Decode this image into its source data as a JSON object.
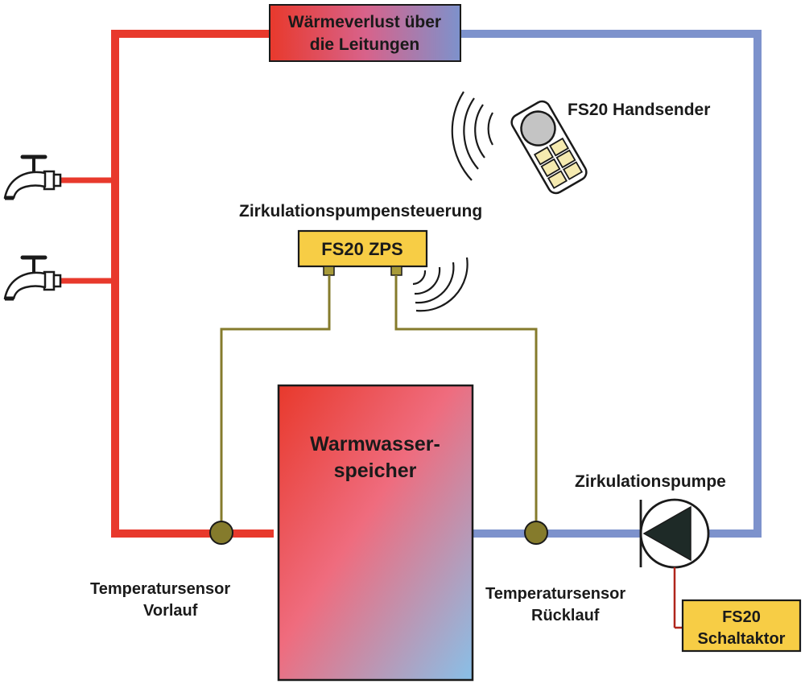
{
  "labels": {
    "heat_loss_line1": "Wärmeverlust über",
    "heat_loss_line2": "die Leitungen",
    "remote": "FS20 Handsender",
    "controller_title": "Zirkulationspumpensteuerung",
    "controller_box": "FS20 ZPS",
    "tank_line1": "Warmwasser-",
    "tank_line2": "speicher",
    "pump": "Zirkulationspumpe",
    "sensor_supply_line1": "Temperatursensor",
    "sensor_supply_line2": "Vorlauf",
    "sensor_return_line1": "Temperatursensor",
    "sensor_return_line2": "Rücklauf",
    "actuator_line1": "FS20",
    "actuator_line2": "Schaltaktor"
  },
  "colors": {
    "hot_pipe": "#e8392c",
    "cold_pipe": "#7d92cc",
    "sensor_wire": "#857b2c",
    "box_yellow": "#f7cd45",
    "tank_hot": "#e8392c",
    "tank_mid": "#ef6c7e",
    "tank_cold": "#88c0e8",
    "pump_wire": "#b0261c"
  }
}
